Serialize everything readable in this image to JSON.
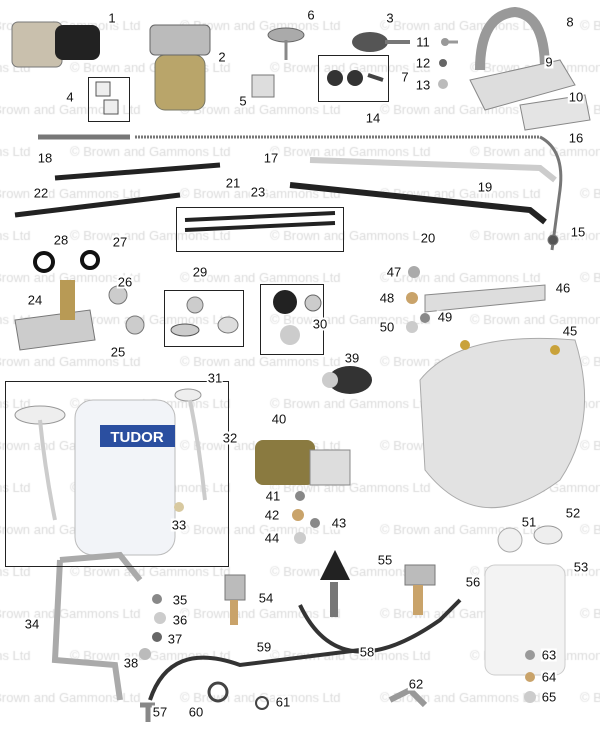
{
  "watermark": "© Brown and Gammons Ltd",
  "brand_text": "TUDOR",
  "labels": [
    "1",
    "2",
    "3",
    "4",
    "5",
    "6",
    "7",
    "8",
    "9",
    "10",
    "11",
    "12",
    "13",
    "14",
    "15",
    "16",
    "17",
    "18",
    "19",
    "20",
    "21",
    "22",
    "23",
    "24",
    "25",
    "26",
    "27",
    "28",
    "29",
    "30",
    "31",
    "32",
    "33",
    "34",
    "35",
    "36",
    "37",
    "38",
    "39",
    "40",
    "41",
    "42",
    "43",
    "44",
    "45",
    "46",
    "47",
    "48",
    "49",
    "50",
    "51",
    "52",
    "53",
    "54",
    "55",
    "56",
    "57",
    "58",
    "59",
    "60",
    "61",
    "62",
    "63",
    "64",
    "65"
  ]
}
